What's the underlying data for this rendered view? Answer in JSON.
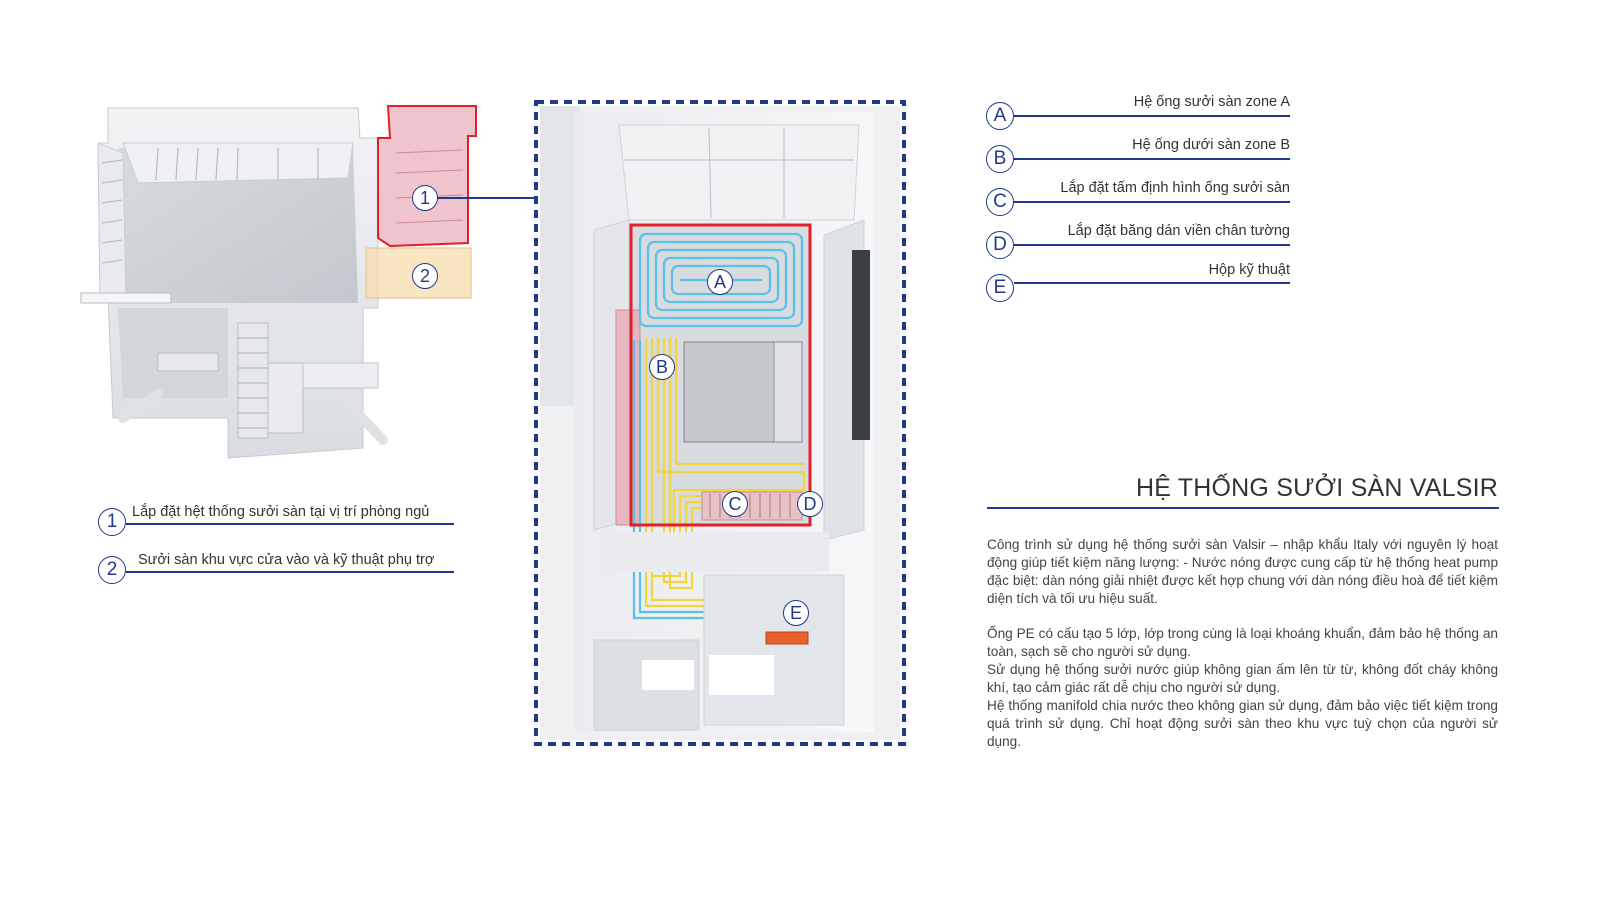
{
  "zone_legend": [
    {
      "letter": "A",
      "label": "Hệ ống sưởi sàn zone A"
    },
    {
      "letter": "B",
      "label": "Hệ ống dưới sàn zone B"
    },
    {
      "letter": "C",
      "label": "Lắp đặt tấm định hình ống sưởi sàn"
    },
    {
      "letter": "D",
      "label": "Lắp đặt băng dán viền chân tường"
    },
    {
      "letter": "E",
      "label": "Hộp kỹ thuật"
    }
  ],
  "area_legend": [
    {
      "number": "1",
      "label": "Lắp đặt hệt thống sưởi sàn tại vị trí phòng ngủ"
    },
    {
      "number": "2",
      "label": "Sưởi sàn khu vực cửa vào và kỹ thuật phụ trợ"
    }
  ],
  "plan_markers": {
    "one": "1",
    "two": "2",
    "a": "A",
    "b": "B",
    "c": "C",
    "d": "D",
    "e": "E"
  },
  "title": "HỆ THỐNG SƯỞI SÀN VALSIR",
  "paragraphs": {
    "p1": "Công trình sử dụng hệ thống sưởi sàn Valsir – nhập khẩu Italy với nguyên lý hoạt động giúp tiết kiệm năng lượng: - Nước nóng được cung cấp từ hệ thống heat pump đặc biệt: dàn nóng giải nhiệt được kết hợp chung với dàn nóng điều hoà để tiết kiệm diện tích và tối ưu hiệu suất.",
    "p2": "Ống PE có cấu tạo 5 lớp, lớp trong cùng là loại khoáng khuẩn, đảm bảo hệ thống an toàn, sạch sẽ cho người sử dụng.",
    "p3": "Sử dụng hệ thống sưởi nước giúp không gian ấm lên từ từ, không đốt cháy không khí, tạo cảm giác rất dễ chịu cho người sử dụng.",
    "p4": "Hệ thống manifold chia nước theo không gian sử dụng, đảm bảo việc tiết kiệm trong quá trình sử dụng. Chỉ hoạt động sưởi sàn theo khu vực tuỳ chọn của người sử dụng."
  },
  "colors": {
    "accent_blue": "#1f3a8a",
    "zone_red": "#e0202a",
    "pipe_blue": "#5bc0e8",
    "pipe_yellow": "#f2d43c",
    "bedroom_highlight": "#e8a4b0",
    "entry_highlight": "#f5dcae",
    "tech_box": "#e8602c"
  }
}
